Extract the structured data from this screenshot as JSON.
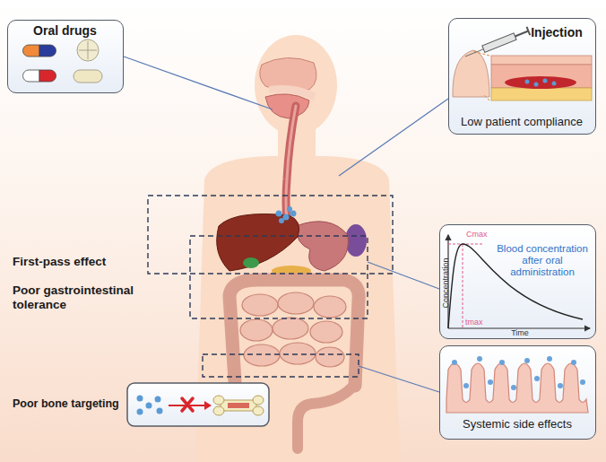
{
  "diagram": {
    "nodes": [
      {
        "text": [
          "Oral drugs"
        ]
      },
      {
        "text": [
          "Injection",
          "Low patient compliance"
        ]
      },
      {
        "text": [
          "Blood concentration after oral administration"
        ]
      },
      {
        "text": [
          "Systemic side effects"
        ]
      }
    ],
    "labels": [
      "First-pass effect",
      "Poor gastrointestinal tolerance",
      "Poor bone targeting",
      "Cmax",
      "tmax",
      "Concentration",
      "Time"
    ]
  }
}
